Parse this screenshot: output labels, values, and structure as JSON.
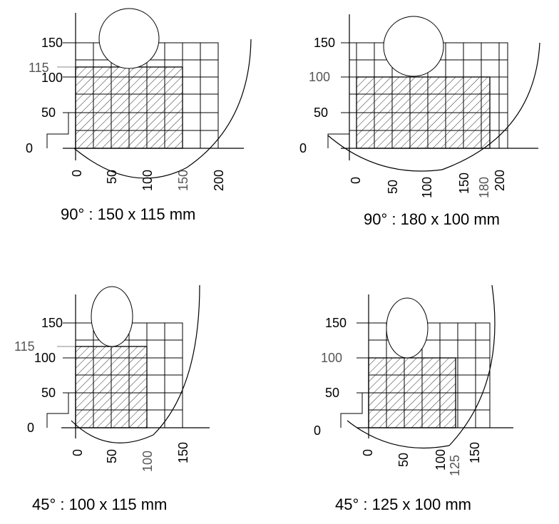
{
  "diagrams": [
    {
      "caption": "90° : 150 x 115 mm",
      "y_ticks": [
        "150",
        "100",
        "50",
        "0"
      ],
      "highlight_y": "115",
      "x_ticks": [
        "0",
        "50",
        "100",
        "150",
        "200"
      ]
    },
    {
      "caption": "90° : 180 x 100 mm",
      "y_ticks": [
        "150",
        "100",
        "50",
        "0"
      ],
      "x_ticks": [
        "0",
        "50",
        "100",
        "150",
        "180",
        "200"
      ]
    },
    {
      "caption": "45° : 100 x 115 mm",
      "y_ticks": [
        "150",
        "100",
        "50",
        "0"
      ],
      "highlight_y": "115",
      "x_ticks": [
        "0",
        "50",
        "100",
        "150"
      ]
    },
    {
      "caption": "45° : 125 x 100 mm",
      "y_ticks": [
        "150",
        "100",
        "50",
        "0"
      ],
      "x_ticks": [
        "0",
        "50",
        "100",
        "125",
        "150"
      ]
    }
  ]
}
